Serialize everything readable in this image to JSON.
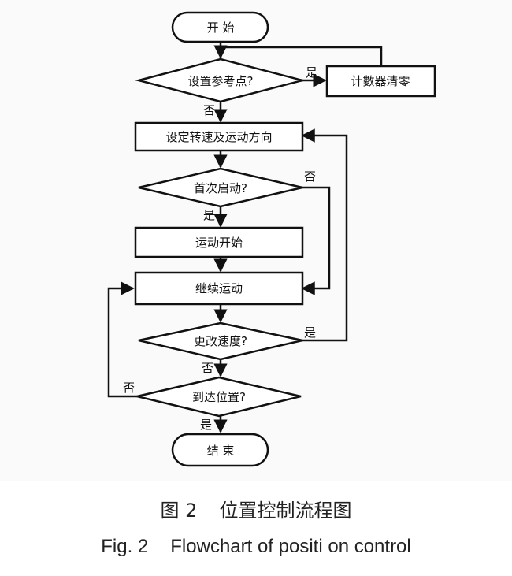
{
  "nodes": {
    "start": "开  始",
    "set_ref": "设置参考点?",
    "counter_clear": "计數器清零",
    "set_speed": "设定转速及运动方向",
    "first_start": "首次启动?",
    "motion_start": "运动开始",
    "continue_motion": "继续运动",
    "change_speed": "更改速度?",
    "reach_position": "到达位置?",
    "end": "结  束"
  },
  "edge_labels": {
    "set_ref_yes": "是",
    "set_ref_no": "否",
    "first_start_no": "否",
    "first_start_yes": "是",
    "change_speed_yes": "是",
    "change_speed_no": "否",
    "reach_position_no": "否",
    "reach_position_yes": "是"
  },
  "caption": {
    "cn_label": "图 2",
    "cn_title": "位置控制流程图",
    "en_label": "Fig. 2",
    "en_title": "Flowchart  of  positi on  control"
  }
}
